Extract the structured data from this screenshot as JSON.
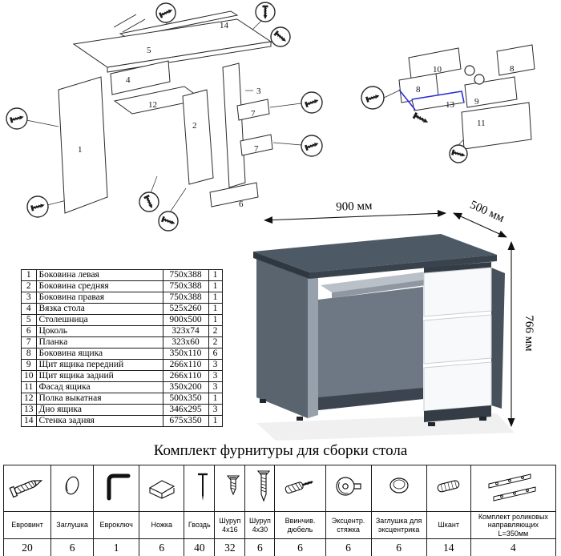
{
  "diagram_left": {
    "labels": [
      "14",
      "5",
      "4",
      "12",
      "2",
      "1",
      "3",
      "7",
      "7",
      "6"
    ]
  },
  "diagram_right": {
    "labels": [
      "10",
      "8",
      "9",
      "13",
      "11",
      "8"
    ]
  },
  "desk": {
    "width_label": "900 мм",
    "depth_label": "500 мм",
    "height_label": "766 мм"
  },
  "parts_table": {
    "rows": [
      {
        "num": "1",
        "name": "Боковина левая",
        "size": "750х388",
        "qty": "1"
      },
      {
        "num": "2",
        "name": "Боковина средняя",
        "size": "750х388",
        "qty": "1"
      },
      {
        "num": "3",
        "name": "Боковина правая",
        "size": "750х388",
        "qty": "1"
      },
      {
        "num": "4",
        "name": "Вязка стола",
        "size": "525х260",
        "qty": "1"
      },
      {
        "num": "5",
        "name": "Столешница",
        "size": "900х500",
        "qty": "1"
      },
      {
        "num": "6",
        "name": "Цоколь",
        "size": "323х74",
        "qty": "2"
      },
      {
        "num": "7",
        "name": "Планка",
        "size": "323х60",
        "qty": "2"
      },
      {
        "num": "8",
        "name": "Боковина ящика",
        "size": "350х110",
        "qty": "6"
      },
      {
        "num": "9",
        "name": "Щит ящика передний",
        "size": "266х110",
        "qty": "3"
      },
      {
        "num": "10",
        "name": "Щит ящика задний",
        "size": "266х110",
        "qty": "3"
      },
      {
        "num": "11",
        "name": "Фасад ящика",
        "size": "350х200",
        "qty": "3"
      },
      {
        "num": "12",
        "name": "Полка выкатная",
        "size": "500х350",
        "qty": "1"
      },
      {
        "num": "13",
        "name": "Дно ящика",
        "size": "346х295",
        "qty": "3"
      },
      {
        "num": "14",
        "name": "Стенка задняя",
        "size": "675х350",
        "qty": "1"
      }
    ]
  },
  "hardware": {
    "title": "Комплект фурнитуры для сборки стола",
    "items": [
      {
        "label": "Евровинт",
        "qty": "20",
        "icon": "euro-screw-icon"
      },
      {
        "label": "Заглушка",
        "qty": "6",
        "icon": "plug-icon"
      },
      {
        "label": "Евроключ",
        "qty": "1",
        "icon": "hex-key-icon"
      },
      {
        "label": "Ножка",
        "qty": "6",
        "icon": "leg-icon"
      },
      {
        "label": "Гвоздь",
        "qty": "40",
        "icon": "nail-icon"
      },
      {
        "label": "Шуруп 4х16",
        "qty": "32",
        "icon": "screw-4x16-icon"
      },
      {
        "label": "Шуруп 4х30",
        "qty": "6",
        "icon": "screw-4x30-icon"
      },
      {
        "label": "Ввинчив. дюбель",
        "qty": "6",
        "icon": "threaded-dowel-icon"
      },
      {
        "label": "Эксцентр. стяжка",
        "qty": "6",
        "icon": "cam-lock-icon"
      },
      {
        "label": "Заглушка для эксцентрика",
        "qty": "6",
        "icon": "cam-cap-icon"
      },
      {
        "label": "Шкант",
        "qty": "14",
        "icon": "wood-dowel-icon"
      },
      {
        "label": "Комплект роликовых направляющих L=350мм",
        "qty": "4",
        "icon": "roller-guides-icon"
      }
    ]
  }
}
